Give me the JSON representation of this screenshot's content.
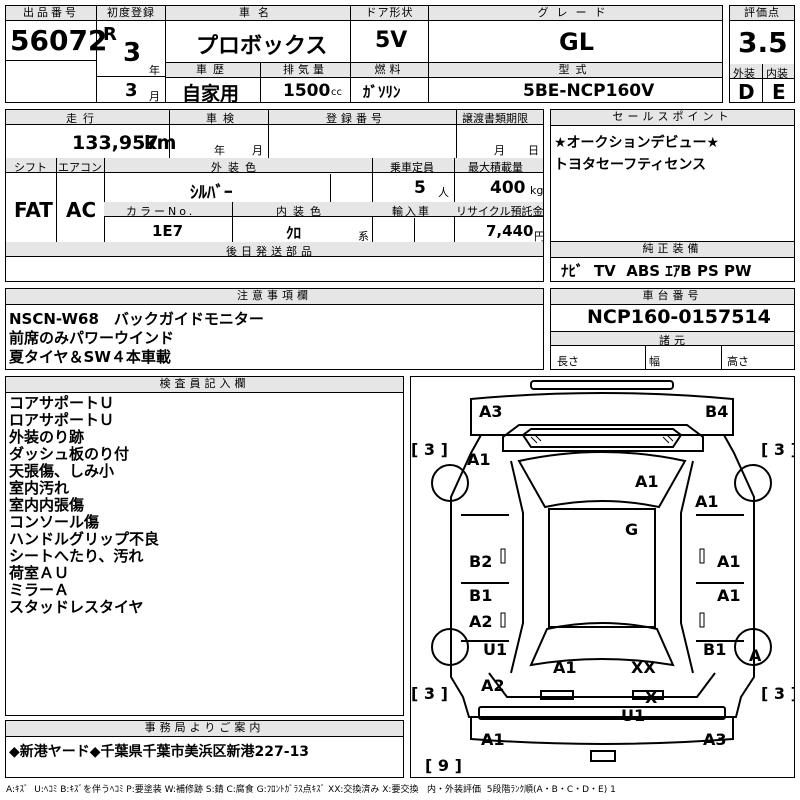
{
  "lot": {
    "header": "出品番号",
    "value": "56072"
  },
  "first_reg": {
    "header": "初度登録",
    "era": "R",
    "year": "3",
    "year_unit": "年",
    "month": "3",
    "month_unit": "月"
  },
  "car_name": {
    "header": "車名",
    "value": "プロボックス"
  },
  "door": {
    "header": "ドア形状",
    "value": "5V"
  },
  "grade": {
    "header": "グレード",
    "value": "GL"
  },
  "score": {
    "header": "評価点",
    "value": "3.5",
    "exterior_header": "外装",
    "interior_header": "内装",
    "exterior": "D",
    "interior": "E"
  },
  "history": {
    "header": "車歴",
    "value": "自家用"
  },
  "displacement": {
    "header": "排気量",
    "value": "1500",
    "unit": "cc"
  },
  "fuel": {
    "header": "燃料",
    "value": "ｶﾞｿﾘﾝ"
  },
  "model": {
    "header": "型式",
    "value": "5BE-NCP160V"
  },
  "mileage": {
    "header": "走行",
    "value": "133,957",
    "unit": "km"
  },
  "inspection": {
    "header": "車検",
    "year_unit": "年",
    "month_unit": "月"
  },
  "registration_no": {
    "header": "登録番号"
  },
  "transfer_deadline": {
    "header": "譲渡書類期限",
    "month_unit": "月",
    "day_unit": "日"
  },
  "shift": {
    "header": "シフト",
    "value": "FAT"
  },
  "aircon": {
    "header": "エアコン",
    "value": "AC"
  },
  "ext_color": {
    "header": "外装色",
    "value": "ｼﾙﾊﾞｰ"
  },
  "capacity": {
    "header": "乗車定員",
    "value": "5",
    "unit": "人"
  },
  "max_load": {
    "header": "最大積載量",
    "value": "400",
    "unit": "kg"
  },
  "color_no": {
    "header": "カラーNo.",
    "value": "1E7"
  },
  "int_color": {
    "header": "内装色",
    "value": "ｸﾛ",
    "unit": "系"
  },
  "import": {
    "header": "輸入車"
  },
  "recycle": {
    "header": "リサイクル預託金",
    "value": "7,440",
    "unit": "円"
  },
  "later_parts": {
    "header": "後日発送部品"
  },
  "sales_points": {
    "header": "セールスポイント",
    "lines": [
      "★オークションデビュー★",
      "トヨタセーフティセンス"
    ]
  },
  "genuine": {
    "header": "純正装備",
    "value": "ﾅﾋﾞ  TV  ABS ｴｱB PS PW"
  },
  "caution": {
    "header": "注意事項欄",
    "lines": [
      "NSCN-W68　バックガイドモニター",
      "前席のみパワーウインド",
      "夏タイヤ＆SW４本車載"
    ]
  },
  "chassis": {
    "header": "車台番号",
    "value": "NCP160-0157514"
  },
  "dims": {
    "header": "諸元",
    "length": "長さ",
    "width": "幅",
    "height": "高さ"
  },
  "inspector": {
    "header": "検査員記入欄",
    "lines": [
      "コアサポートＵ",
      "ロアサポートＵ",
      "外装のり跡",
      "ダッシュ板のり付",
      "天張傷、しみ小",
      "室内汚れ",
      "室内内張傷",
      "コンソール傷",
      "ハンドルグリップ不良",
      "シートへたり、汚れ",
      "荷室ＡＵ",
      "ミラーＡ",
      "スタッドレスタイヤ"
    ]
  },
  "office": {
    "header": "事務局よりご案内",
    "value": "◆新港ヤード◆千葉県千葉市美浜区新港227-13"
  },
  "diagram": {
    "tread_fl": "[ 3 ]",
    "tread_fr": "[ 3 ]",
    "tread_rl": "[ 3 ]",
    "tread_rr": "[ 3 ]",
    "tread_spare": "[ 9 ]",
    "marks": {
      "front_left_corner": "A3",
      "front_right_corner": "B4",
      "left_front_fender": "A1",
      "hood": "A1",
      "right_front_fender": "A1",
      "roof": "G",
      "left_front_door": "B2",
      "right_front_door": "A1",
      "left_rear_door": "B1",
      "right_rear_door": "A1",
      "left_quarter_upper": "A2",
      "left_rear_wheel": "U1",
      "right_rear_wheel": "B1",
      "right_rear_tire": "A",
      "left_quarter_lower": "A2",
      "back_door": "A1",
      "back_glass": "XX",
      "rear_lamp": "X",
      "rear_bumper": "U1",
      "rear_left_corner": "A1",
      "rear_right_corner": "A3"
    }
  },
  "legend": "A:ｷｽﾞ  U:ﾍｺﾐ B:ｷｽﾞを伴うﾍｺﾐ P:要塗装 W:補修跡 S:錆 C:腐食 G:ﾌﾛﾝﾄｶﾞﾗｽ点ｷｽﾞ XX:交換済み X:要交換   内・外装評価  5段階ﾗﾝｸ順(A・B・C・D・E) 1"
}
